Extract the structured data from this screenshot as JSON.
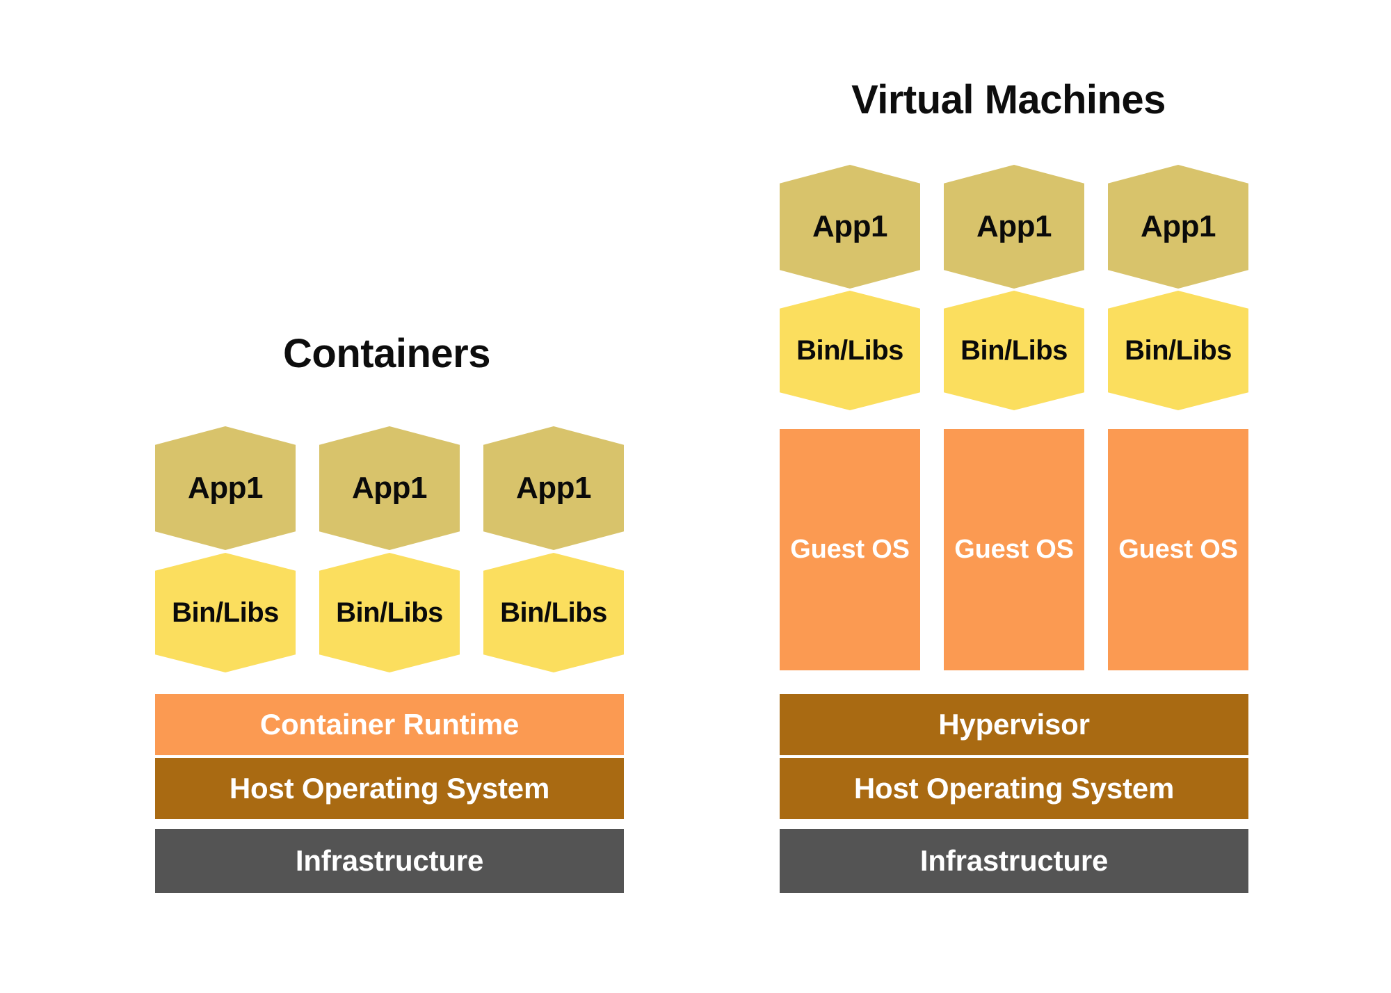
{
  "diagram": {
    "type": "comparison-stack-diagram",
    "background": "#FFFFFF",
    "colors": {
      "app_hexagon": "#D8C36B",
      "binlibs_hexagon": "#FBDE5E",
      "container_runtime": "#FB9A52",
      "guest_os": "#FB9A52",
      "hypervisor": "#A96A12",
      "host_operating_system": "#A96A12",
      "infrastructure": "#545454",
      "title_text": "#0D0D0D",
      "bar_text": "#FFFFFF",
      "hexagon_text": "#0A0A0A"
    }
  },
  "containers": {
    "title": "Containers",
    "apps": [
      {
        "label": "App1"
      },
      {
        "label": "App1"
      },
      {
        "label": "App1"
      }
    ],
    "binlibs": [
      {
        "label": "Bin/Libs"
      },
      {
        "label": "Bin/Libs"
      },
      {
        "label": "Bin/Libs"
      }
    ],
    "layers": [
      {
        "label": "Container Runtime"
      },
      {
        "label": "Host Operating System"
      },
      {
        "label": "Infrastructure"
      }
    ]
  },
  "virtual_machines": {
    "title": "Virtual Machines",
    "apps": [
      {
        "label": "App1"
      },
      {
        "label": "App1"
      },
      {
        "label": "App1"
      }
    ],
    "binlibs": [
      {
        "label": "Bin/Libs"
      },
      {
        "label": "Bin/Libs"
      },
      {
        "label": "Bin/Libs"
      }
    ],
    "guest_os": [
      {
        "label": "Guest OS"
      },
      {
        "label": "Guest OS"
      },
      {
        "label": "Guest OS"
      }
    ],
    "layers": [
      {
        "label": "Hypervisor"
      },
      {
        "label": "Host Operating System"
      },
      {
        "label": "Infrastructure"
      }
    ]
  }
}
